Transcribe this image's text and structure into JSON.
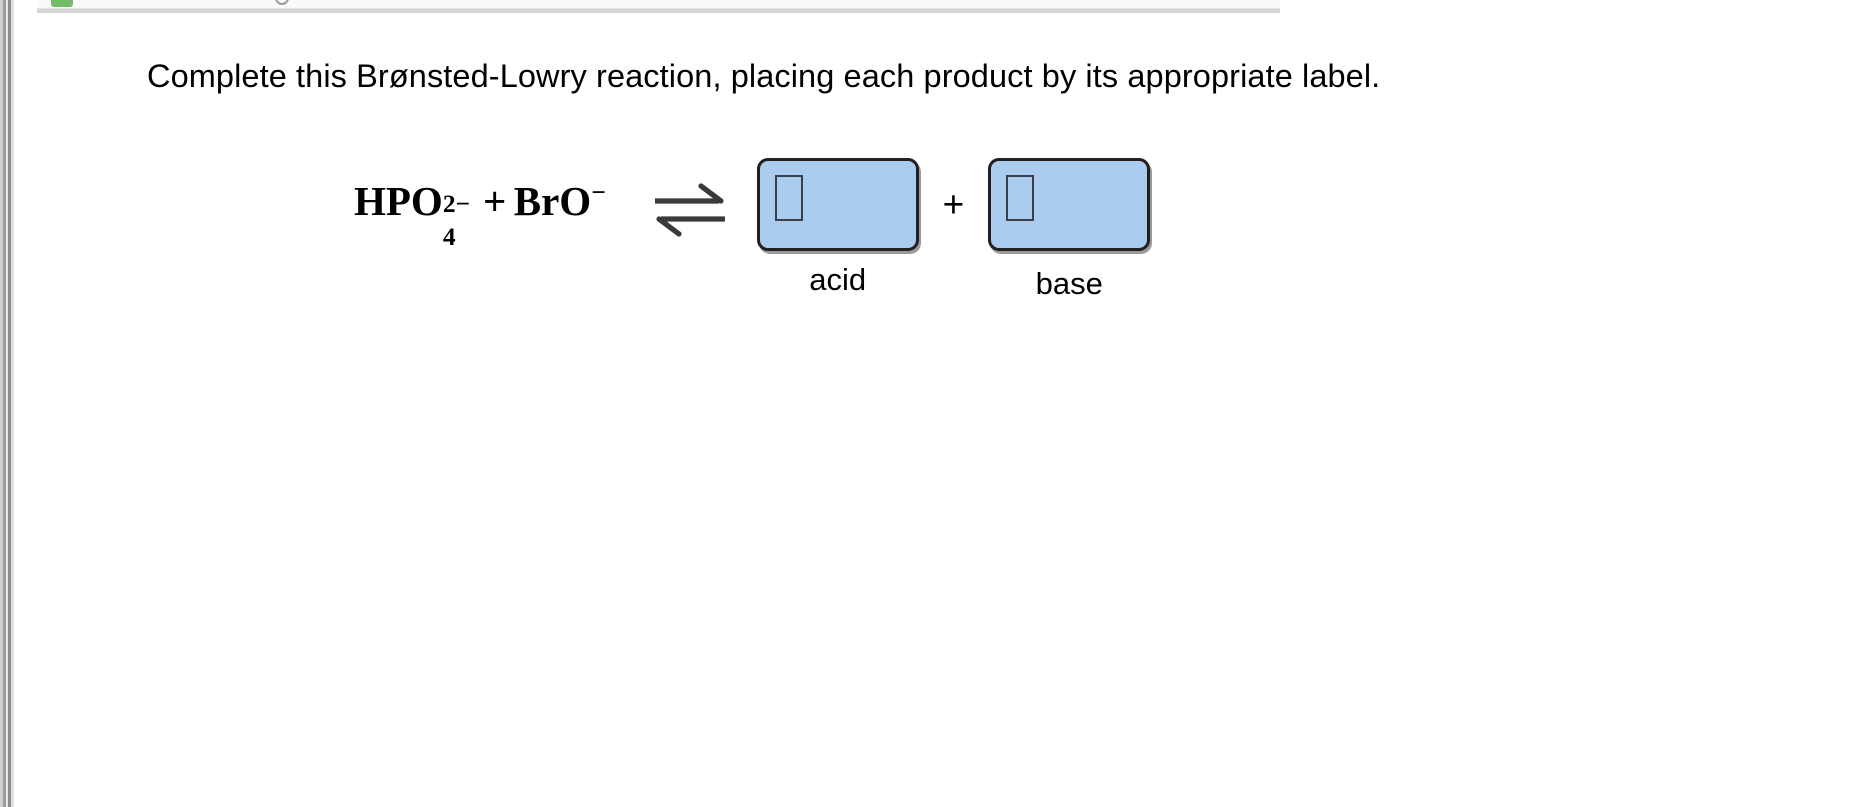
{
  "page": {
    "background_color": "#ffffff",
    "accent_color": "#aaccee",
    "border_color": "#231f20"
  },
  "chrome": {
    "toolbar_visible_sliver": true,
    "icons": [
      {
        "name": "green-badge-icon",
        "color": "#74bb6a"
      },
      {
        "name": "circle-outline-icon",
        "color": "#9b9b9b"
      }
    ]
  },
  "exercise": {
    "prompt": "Complete this Brønsted-Lowry reaction, placing each product by its appropriate label.",
    "reaction": {
      "reactants": [
        {
          "formula": "HPO",
          "subscript": "4",
          "superscript": "2−"
        },
        {
          "formula": "BrO",
          "subscript": "",
          "superscript": "−"
        }
      ],
      "reactant_joiner": "+",
      "arrow": "⇌",
      "arrow_name": "equilibrium-arrow",
      "product_joiner": "+",
      "products": [
        {
          "label": "acid",
          "value": "",
          "placeholder": ""
        },
        {
          "label": "base",
          "value": "",
          "placeholder": ""
        }
      ]
    }
  }
}
